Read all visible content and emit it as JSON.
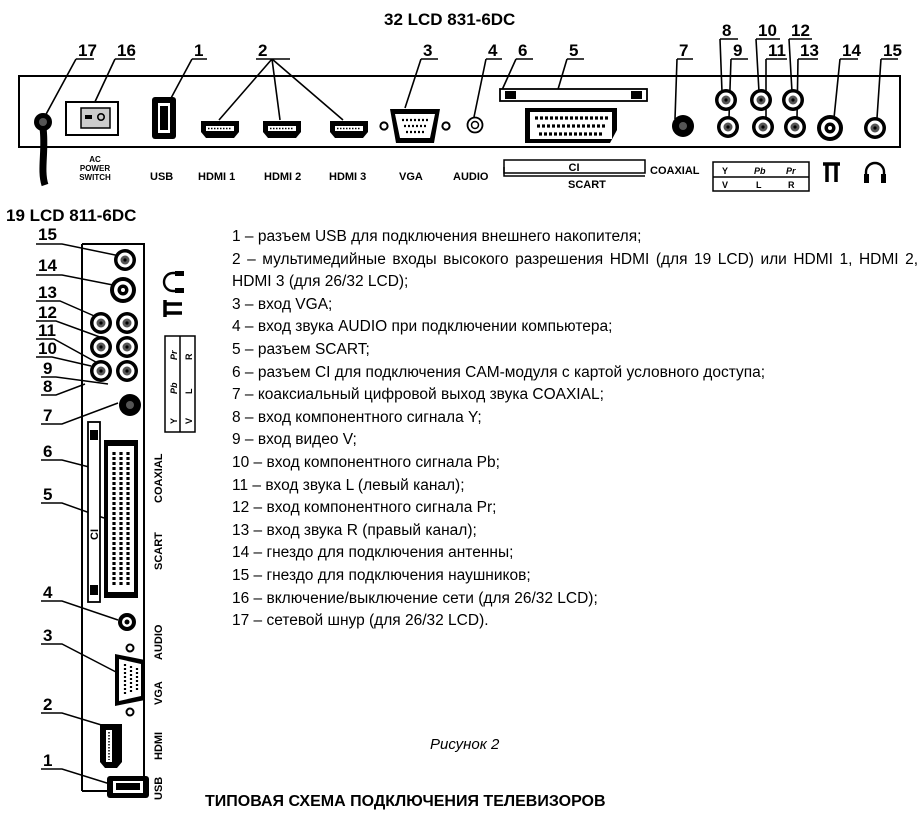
{
  "diagram": {
    "top_title": "32 LCD 831-6DC",
    "side_title": "19 LCD 811-6DC",
    "callouts_top": [
      "17",
      "16",
      "1",
      "2",
      "3",
      "4",
      "6",
      "5",
      "7",
      "8",
      "9",
      "10",
      "11",
      "12",
      "13",
      "14",
      "15"
    ],
    "callouts_side": [
      "15",
      "14",
      "13",
      "12",
      "11",
      "10",
      "9",
      "8",
      "7",
      "6",
      "5",
      "4",
      "3",
      "2",
      "1"
    ],
    "top_labels": {
      "ac": "AC",
      "power": "POWER",
      "switch": "SWITCH",
      "usb": "USB",
      "hdmi1": "HDMI 1",
      "hdmi2": "HDMI 2",
      "hdmi3": "HDMI 3",
      "vga": "VGA",
      "audio": "AUDIO",
      "ci": "CI",
      "scart": "SCART",
      "coaxial": "COAXIAL",
      "y": "Y",
      "pb": "Pb",
      "pr": "Pr",
      "v": "V",
      "l": "L",
      "r": "R"
    },
    "side_labels": {
      "usb": "USB",
      "hdmi": "HDMI",
      "vga": "VGA",
      "audio": "AUDIO",
      "scart": "SCART",
      "coaxial": "COAXIAL",
      "ci": "CI",
      "y": "Y",
      "pb": "Pb",
      "pr": "Pr",
      "v": "V",
      "l": "L",
      "r": "R"
    }
  },
  "legend": [
    "1 – разъем USB для подключения внешнего накопителя;",
    "2 – мультимедийные входы высокого разрешения HDMI (для 19 LCD) или HDMI 1, HDMI 2, HDMI 3 (для 26/32 LCD);",
    "3 – вход VGA;",
    "4 – вход звука AUDIO при подключении компьютера;",
    "5 – разъем SCART;",
    "6 – разъем CI для подключения CAM-модуля с картой условного доступа;",
    "7 – коаксиальный цифровой выход звука COAXIAL;",
    "8 – вход компонентного сигнала Y;",
    "9 – вход видео V;",
    "10 – вход компонентного сигнала Pb;",
    "11 – вход звука L (левый канал);",
    "12 – вход компонентного сигнала Pr;",
    "13 – вход звука R (правый канал);",
    "14 – гнездо для подключения антенны;",
    "15 – гнездо для подключения наушников;",
    "16 – включение/выключение сети (для 26/32 LCD);",
    "17 –  сетевой шнур (для 26/32 LCD)."
  ],
  "caption": "Рисунок 2",
  "heading": "ТИПОВАЯ СХЕМА ПОДКЛЮЧЕНИЯ ТЕЛЕВИЗОРОВ"
}
